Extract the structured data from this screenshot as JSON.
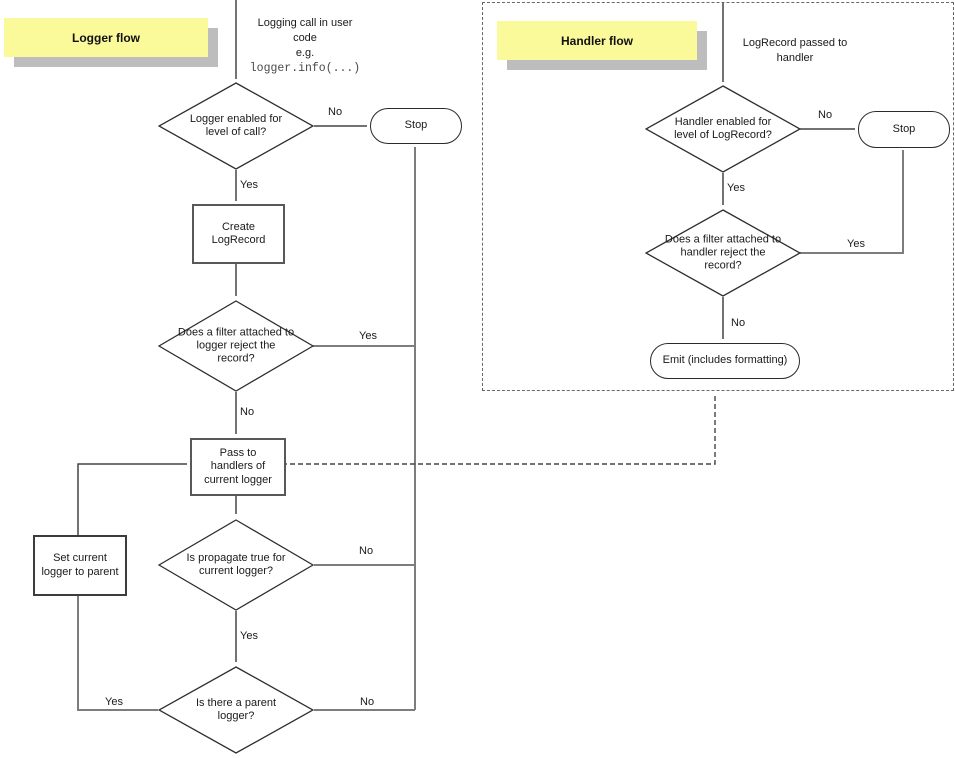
{
  "palette": {
    "note_bg": "#fafa9b",
    "note_shadow": "#bdbdbd",
    "line_dark": "#444444",
    "line_gray": "#7d7d7d",
    "shape_fill": "#ffffff",
    "shape_stroke": "#2e2e2e"
  },
  "logger_flow": {
    "title": "Logger flow",
    "entry": {
      "line1": "Logging call in user",
      "line2": "code",
      "line3": "e.g.",
      "code": "logger.info(...)"
    },
    "nodes": {
      "enabled_check": "Logger enabled for level of call?",
      "stop": "Stop",
      "create_logrecord": "Create LogRecord",
      "filter_check": "Does a filter attached to logger reject the record?",
      "pass_to_handlers": "Pass to handlers of current logger",
      "propagate_check": "Is propagate true for current logger?",
      "parent_check": "Is there a parent logger?",
      "set_parent": "Set current logger to parent"
    },
    "edge_labels": {
      "enabled_no": "No",
      "enabled_yes": "Yes",
      "filter_yes": "Yes",
      "filter_no": "No",
      "propagate_no": "No",
      "propagate_yes": "Yes",
      "parent_yes": "Yes",
      "parent_no": "No"
    }
  },
  "handler_flow": {
    "title": "Handler flow",
    "entry": {
      "line1": "LogRecord passed to",
      "line2": "handler"
    },
    "nodes": {
      "enabled_check": "Handler enabled for level of LogRecord?",
      "stop": "Stop",
      "filter_check": "Does a filter attached to handler reject the record?",
      "emit": "Emit (includes formatting)"
    },
    "edge_labels": {
      "enabled_no": "No",
      "enabled_yes": "Yes",
      "filter_yes": "Yes",
      "filter_no": "No"
    }
  }
}
